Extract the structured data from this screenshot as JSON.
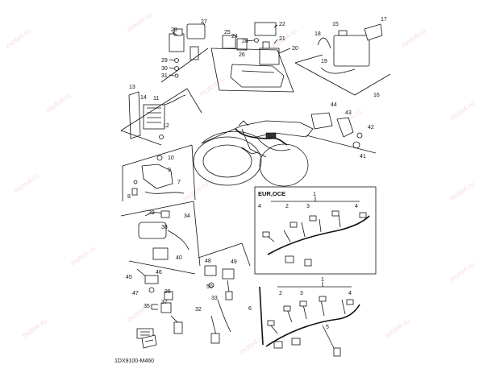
{
  "drawing_code": "1DX9100-M460",
  "inset_label": "EUR,OCE",
  "watermark_text": "moto4.ru",
  "part_numbers": {
    "p1": "1",
    "p2": "2",
    "p3": "3",
    "p4": "4",
    "p5": "5",
    "p6": "6",
    "p7": "7",
    "p8": "8",
    "p9": "9",
    "p10": "10",
    "p11": "11",
    "p12": "12",
    "p13": "13",
    "p14": "14",
    "p15": "15",
    "p16": "16",
    "p17": "17",
    "p18": "18",
    "p19": "19",
    "p20": "20",
    "p21": "21",
    "p22": "22",
    "p23": "23",
    "p24": "24",
    "p25": "25",
    "p26": "26",
    "p27": "27",
    "p28": "28",
    "p29": "29",
    "p30": "30",
    "p31": "31",
    "p32": "32",
    "p33": "33",
    "p34": "34",
    "p35": "35",
    "p36": "36",
    "p37": "37",
    "p38": "38",
    "p39": "39",
    "p40": "40",
    "p41": "41",
    "p42": "42",
    "p43": "43",
    "p44": "44",
    "p45": "45",
    "p46": "46",
    "p47": "47",
    "p48": "48",
    "p49": "49",
    "p50": "50"
  },
  "colors": {
    "line": "#111111",
    "watermark": "#e8a0a0",
    "background": "#ffffff"
  }
}
